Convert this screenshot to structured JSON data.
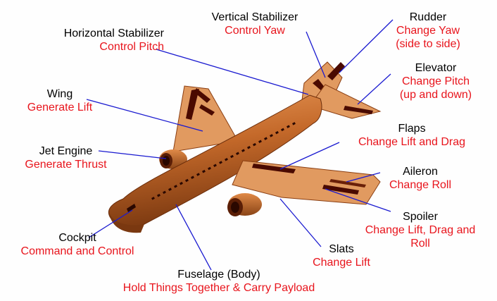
{
  "colors": {
    "part_name": "#000000",
    "function": "#e8141c",
    "leader_lines": "#1a1ad0",
    "airframe": "#c4692a",
    "airframe_shadow": "#8a3e12",
    "control_surface": "#e19a60",
    "dark_panel": "#4a0a00"
  },
  "labels": {
    "vertical_stabilizer": {
      "name": "Vertical Stabilizer",
      "function": "Control Yaw"
    },
    "rudder": {
      "name": "Rudder",
      "function_line1": "Change Yaw",
      "function_line2": "(side to side)"
    },
    "horizontal_stabilizer": {
      "name": "Horizontal Stabilizer",
      "function": "Control Pitch"
    },
    "elevator": {
      "name": "Elevator",
      "function_line1": "Change Pitch",
      "function_line2": "(up and down)"
    },
    "wing": {
      "name": "Wing",
      "function": "Generate Lift"
    },
    "flaps": {
      "name": "Flaps",
      "function": "Change Lift and Drag"
    },
    "jet_engine": {
      "name": "Jet Engine",
      "function": "Generate Thrust"
    },
    "aileron": {
      "name": "Aileron",
      "function": "Change Roll"
    },
    "spoiler": {
      "name": "Spoiler",
      "function_line1": "Change Lift, Drag and",
      "function_line2": "Roll"
    },
    "cockpit": {
      "name": "Cockpit",
      "function": "Command and Control"
    },
    "slats": {
      "name": "Slats",
      "function": "Change Lift"
    },
    "fuselage": {
      "name": "Fuselage (Body)",
      "function": "Hold Things Together & Carry Payload"
    }
  }
}
